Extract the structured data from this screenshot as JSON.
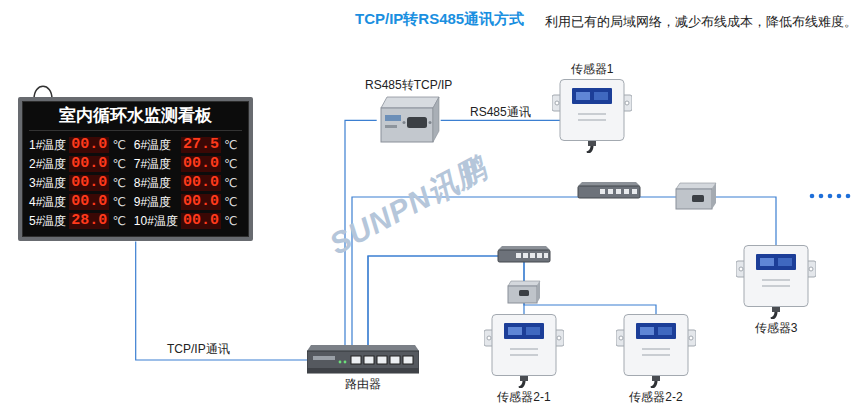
{
  "diagram": {
    "title": "TCP/IP转RS485通讯方式",
    "caption": "利用已有的局域网络，减少布线成本，降低布线难度。",
    "nodes": [
      {
        "text": [
          "室内循环水监测看板",
          "1#温度",
          "00.0",
          "℃",
          "6#温度",
          "27.5",
          "℃",
          "2#温度",
          "00.0",
          "℃",
          "7#温度",
          "00.0",
          "℃",
          "3#温度",
          "00.0",
          "℃",
          "8#温度",
          "00.0",
          "℃",
          "4#温度",
          "00.0",
          "℃",
          "9#温度",
          "00.0",
          "℃",
          "5#温度",
          "28.0",
          "℃",
          "10#温度",
          "00.0",
          "℃"
        ]
      },
      {
        "text": [
          "路由器"
        ]
      },
      {
        "text": [
          "RS485转TCP/IP"
        ]
      },
      {
        "text": [
          "传感器1"
        ]
      },
      {
        "text": [
          "传感器3"
        ]
      },
      {
        "text": [
          "传感器2-1"
        ]
      },
      {
        "text": [
          "传感器2-2"
        ]
      }
    ],
    "edges": [
      {
        "from": 0,
        "to": 1,
        "arrow": "none",
        "label": "TCP/IP通讯"
      },
      {
        "from": 1,
        "to": 2,
        "arrow": "none"
      },
      {
        "from": 2,
        "to": 3,
        "arrow": "none",
        "label": "RS485通讯"
      },
      {
        "from": 1,
        "to": 4,
        "arrow": "none"
      },
      {
        "from": 1,
        "to": 5,
        "arrow": "none"
      },
      {
        "from": 1,
        "to": 6,
        "arrow": "none"
      }
    ],
    "labels": [
      "SUNPN讯鹏"
    ]
  }
}
